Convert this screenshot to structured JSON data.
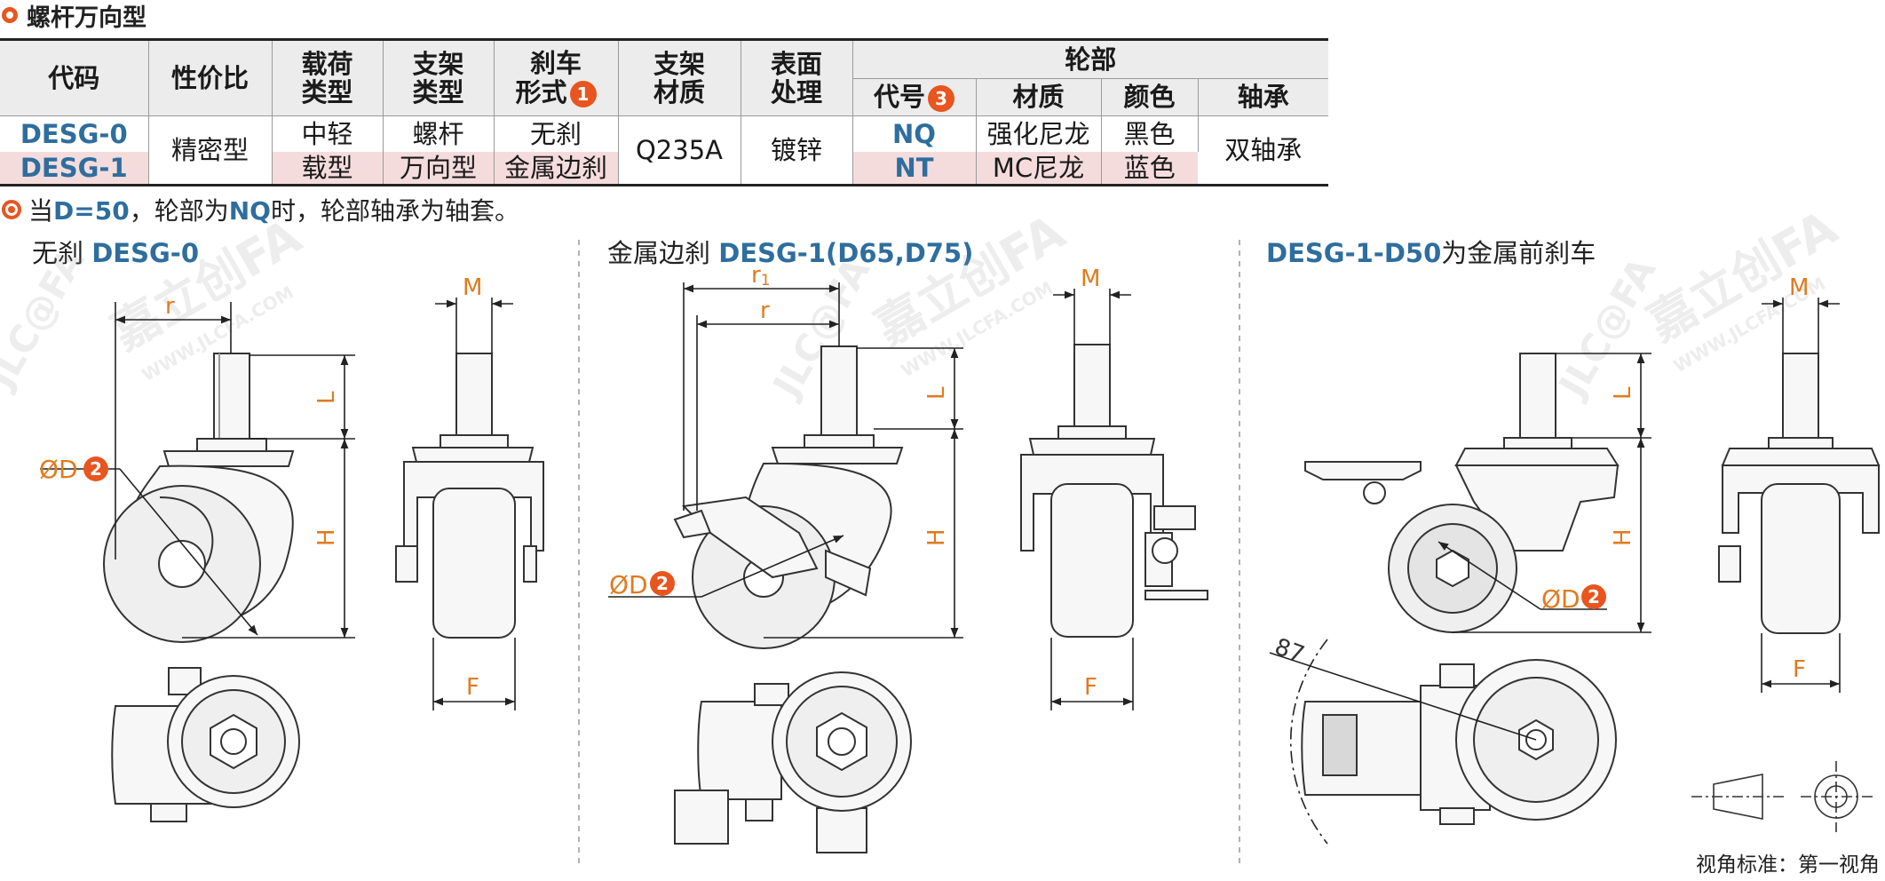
{
  "section": {
    "title": "螺杆万向型"
  },
  "table": {
    "headers": {
      "code": "代码",
      "value": "性价比",
      "load_type": [
        "载荷",
        "类型"
      ],
      "bracket_type": [
        "支架",
        "类型"
      ],
      "brake_form": [
        "刹车",
        "形式"
      ],
      "brake_badge": "1",
      "bracket_material": [
        "支架",
        "材质"
      ],
      "surface": [
        "表面",
        "处理"
      ],
      "wheel": "轮部",
      "wheel_code": "代号",
      "wheel_code_badge": "3",
      "wheel_material": "材质",
      "wheel_color": "颜色",
      "bearing": "轴承"
    },
    "rows": [
      {
        "code": "DESG-0",
        "brake": "无刹",
        "wheel_code": "NQ",
        "wheel_material": "强化尼龙",
        "wheel_color": "黑色"
      },
      {
        "code": "DESG-1",
        "brake": "金属边刹",
        "wheel_code": "NT",
        "wheel_material": "MC尼龙",
        "wheel_color": "蓝色"
      }
    ],
    "shared": {
      "value": "精密型",
      "load_type": [
        "中轻",
        "载型"
      ],
      "bracket_type": [
        "螺杆",
        "万向型"
      ],
      "bracket_material": "Q235A",
      "surface": "镀锌",
      "bearing": "双轴承"
    }
  },
  "note": {
    "prefix": "当",
    "d_text": "D=50",
    "mid": "，轮部为",
    "nq": "NQ",
    "suffix": "时，轮部轴承为轴套。"
  },
  "variants": [
    {
      "label": "无刹 ",
      "code": "DESG-0",
      "suffix": ""
    },
    {
      "label": "金属边刹 ",
      "code": "DESG-1(D65,D75)",
      "suffix": ""
    },
    {
      "label": "",
      "code": "DESG-1-D50",
      "suffix": "为金属前刹车"
    }
  ],
  "dimensions": {
    "r": "r",
    "r1": "r",
    "r1_sub": "1",
    "M": "M",
    "L": "L",
    "H": "H",
    "F": "F",
    "D": "ØD",
    "D_badge": "2",
    "angle": "87"
  },
  "watermark": {
    "brand": "嘉立创FA",
    "url": "WWW.JLCFA.COM",
    "logo": "JLC@FA"
  },
  "footer": {
    "projection": "视角标准：第一视角"
  },
  "colors": {
    "accent": "#e8551f",
    "dimension": "#e07b1f",
    "code_blue": "#2e6e9e",
    "pink_row": "#f5dcdc"
  }
}
